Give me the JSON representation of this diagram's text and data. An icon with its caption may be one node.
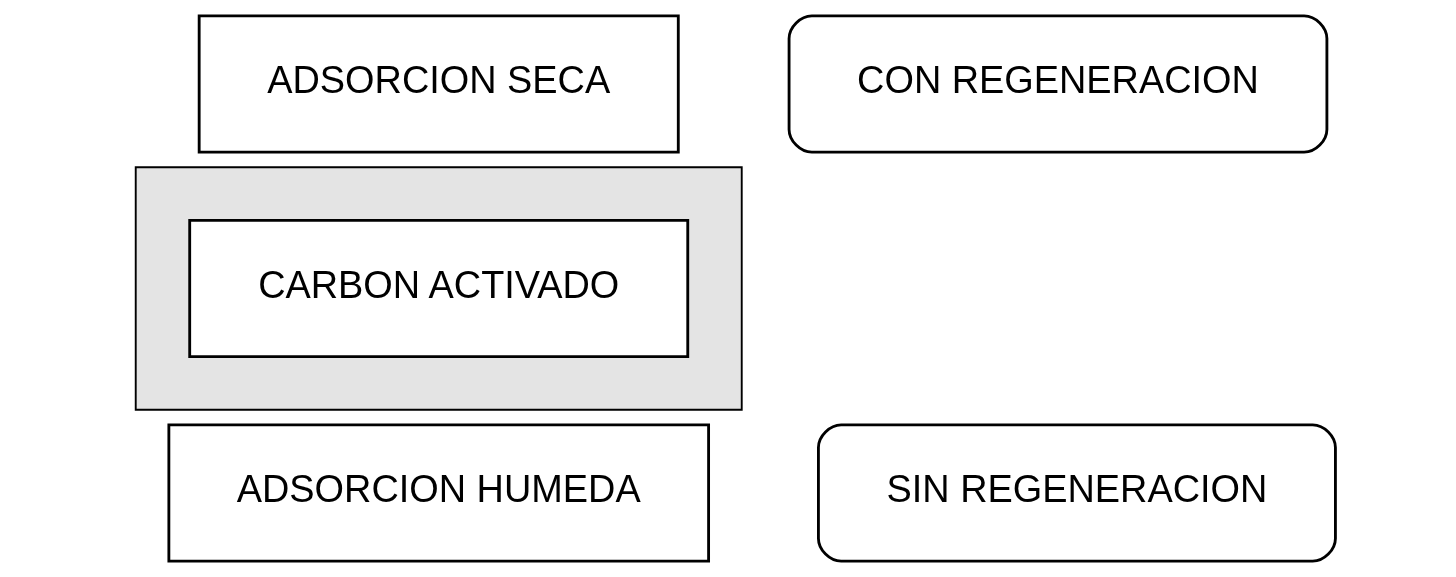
{
  "diagram": {
    "nodes": [
      {
        "text": [
          "ADSORCION SECA"
        ]
      },
      {
        "text": [
          "CON REGENERACION"
        ]
      },
      {
        "text": [],
        "shape": "box"
      },
      {
        "text": [
          "CARBON ACTIVADO"
        ],
        "in": 2
      },
      {
        "text": [
          "ADSORCION HUMEDA"
        ]
      },
      {
        "text": [
          "SIN REGENERACION"
        ]
      }
    ],
    "edges": []
  }
}
